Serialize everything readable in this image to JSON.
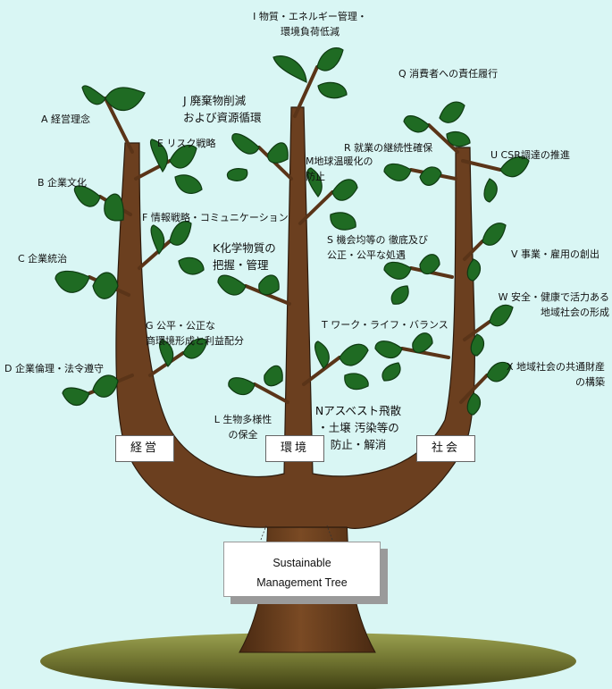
{
  "colors": {
    "sky": "#d9f6f4",
    "trunk": "#6b3f1f",
    "trunk_dark": "#3d2210",
    "leaf": "#1f6b23",
    "leaf_dark": "#0f3a12",
    "ground_top": "#9aa050",
    "ground_bottom": "#4b4b1a"
  },
  "pillars": {
    "management": "経営",
    "environment": "環境",
    "society": "社会"
  },
  "sign": {
    "line1": "Sustainable",
    "line2": "Management Tree"
  },
  "items": {
    "A": "A 経営理念",
    "B": "B 企業文化",
    "C": "C 企業統治",
    "D": "D 企業倫理・法令遵守",
    "E": "E リスク戦略",
    "F": "F 情報戦略・コミュニケーション",
    "G1": "G 公平・公正な",
    "G2": "商環境形成と利益配分",
    "I1": "I 物質・エネルギー管理・",
    "I2": "環境負荷低減",
    "J1": "J 廃棄物削減",
    "J2": "および資源循環",
    "K1": "K化学物質の",
    "K2": "把握・管理",
    "L1": "L 生物多様性",
    "L2": "の保全",
    "M1": "M地球温暖化の",
    "M2": "防止",
    "N1": "Nアスベスト飛散",
    "N2": "・土壌 汚染等の",
    "N3": "防止・解消",
    "Q": "Q 消費者への責任履行",
    "R": "R 就業の継続性確保",
    "S1": "S 機会均等の 徹底及び",
    "S2": "公正・公平な処遇",
    "T": "T ワーク・ライフ・バランス",
    "U": "U CSR調達の推進",
    "V": "V 事業・雇用の創出",
    "W1": "W 安全・健康で活力ある",
    "W2": "地域社会の形成",
    "X1": "X 地域社会の共通財産",
    "X2": "の構築"
  }
}
